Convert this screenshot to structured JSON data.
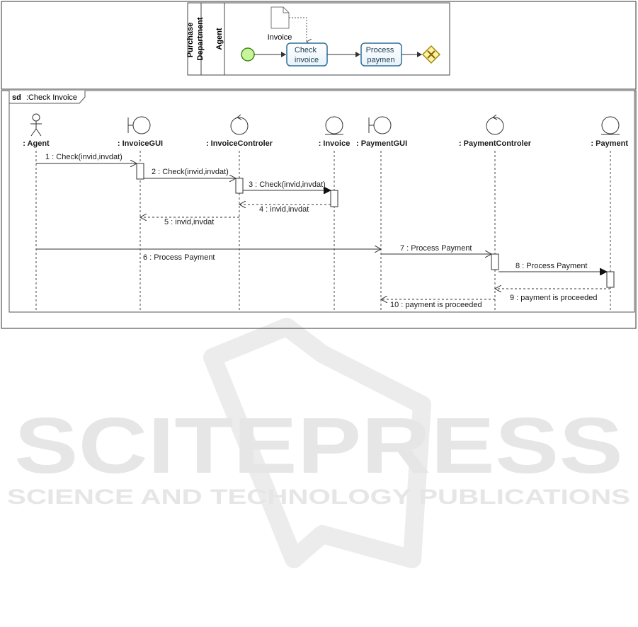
{
  "bpmn": {
    "pool_label": "Purchase Department",
    "lane_label": "Agent",
    "data_object_label": "Invoice",
    "tasks": [
      {
        "id": "check",
        "lines": [
          "Check",
          "invoice"
        ]
      },
      {
        "id": "process",
        "lines": [
          "Process",
          "paymen"
        ]
      }
    ],
    "events": [
      {
        "id": "start",
        "kind": "start-event"
      },
      {
        "id": "end",
        "kind": "exclusive-gateway"
      }
    ]
  },
  "sequence": {
    "frame_prefix": "sd",
    "frame_title": ":Check Invoice",
    "lifelines": [
      {
        "id": "agent",
        "label": ": Agent",
        "icon": "actor-icon"
      },
      {
        "id": "invoicegui",
        "label": ": InvoiceGUI",
        "icon": "boundary-icon"
      },
      {
        "id": "invoicectl",
        "label": ": InvoiceControler",
        "icon": "control-icon"
      },
      {
        "id": "invoice",
        "label": ": Invoice",
        "icon": "entity-icon"
      },
      {
        "id": "paymentgui",
        "label": ": PaymentGUI",
        "icon": "boundary-icon"
      },
      {
        "id": "paymentctl",
        "label": ": PaymentControler",
        "icon": "control-icon"
      },
      {
        "id": "payment",
        "label": ": Payment",
        "icon": "entity-icon"
      }
    ],
    "messages": [
      {
        "n": 1,
        "label": "1 : Check(invid,invdat)",
        "from": "agent",
        "to": "invoicegui",
        "kind": "sync"
      },
      {
        "n": 2,
        "label": "2 : Check(invid,invdat)",
        "from": "invoicegui",
        "to": "invoicectl",
        "kind": "sync"
      },
      {
        "n": 3,
        "label": "3 : Check(invid,invdat)",
        "from": "invoicectl",
        "to": "invoice",
        "kind": "call"
      },
      {
        "n": 4,
        "label": "4 : invid,invdat",
        "from": "invoice",
        "to": "invoicectl",
        "kind": "reply"
      },
      {
        "n": 5,
        "label": "5 : invid,invdat",
        "from": "invoicectl",
        "to": "invoicegui",
        "kind": "reply"
      },
      {
        "n": 6,
        "label": "6 : Process Payment",
        "from": "agent",
        "to": "paymentgui",
        "kind": "sync"
      },
      {
        "n": 7,
        "label": "7 : Process Payment",
        "from": "paymentgui",
        "to": "paymentctl",
        "kind": "sync"
      },
      {
        "n": 8,
        "label": "8 : Process Payment",
        "from": "paymentctl",
        "to": "payment",
        "kind": "call"
      },
      {
        "n": 9,
        "label": "9 : payment is proceeded",
        "from": "payment",
        "to": "paymentctl",
        "kind": "reply"
      },
      {
        "n": 10,
        "label": "10 : payment is proceeded",
        "from": "paymentctl",
        "to": "paymentgui",
        "kind": "reply"
      }
    ]
  },
  "watermark": {
    "title": "SCITEPRESS",
    "subtitle": "SCIENCE AND TECHNOLOGY PUBLICATIONS"
  },
  "colors": {
    "task_fill": "#e8f3fb",
    "task_stroke": "#2f6f95",
    "start_fill": "#c8f59a",
    "start_stroke": "#3f8a1a",
    "gateway_fill": "#fff2a8",
    "gateway_stroke": "#a08a10",
    "watermark": "#e9e9e9"
  }
}
